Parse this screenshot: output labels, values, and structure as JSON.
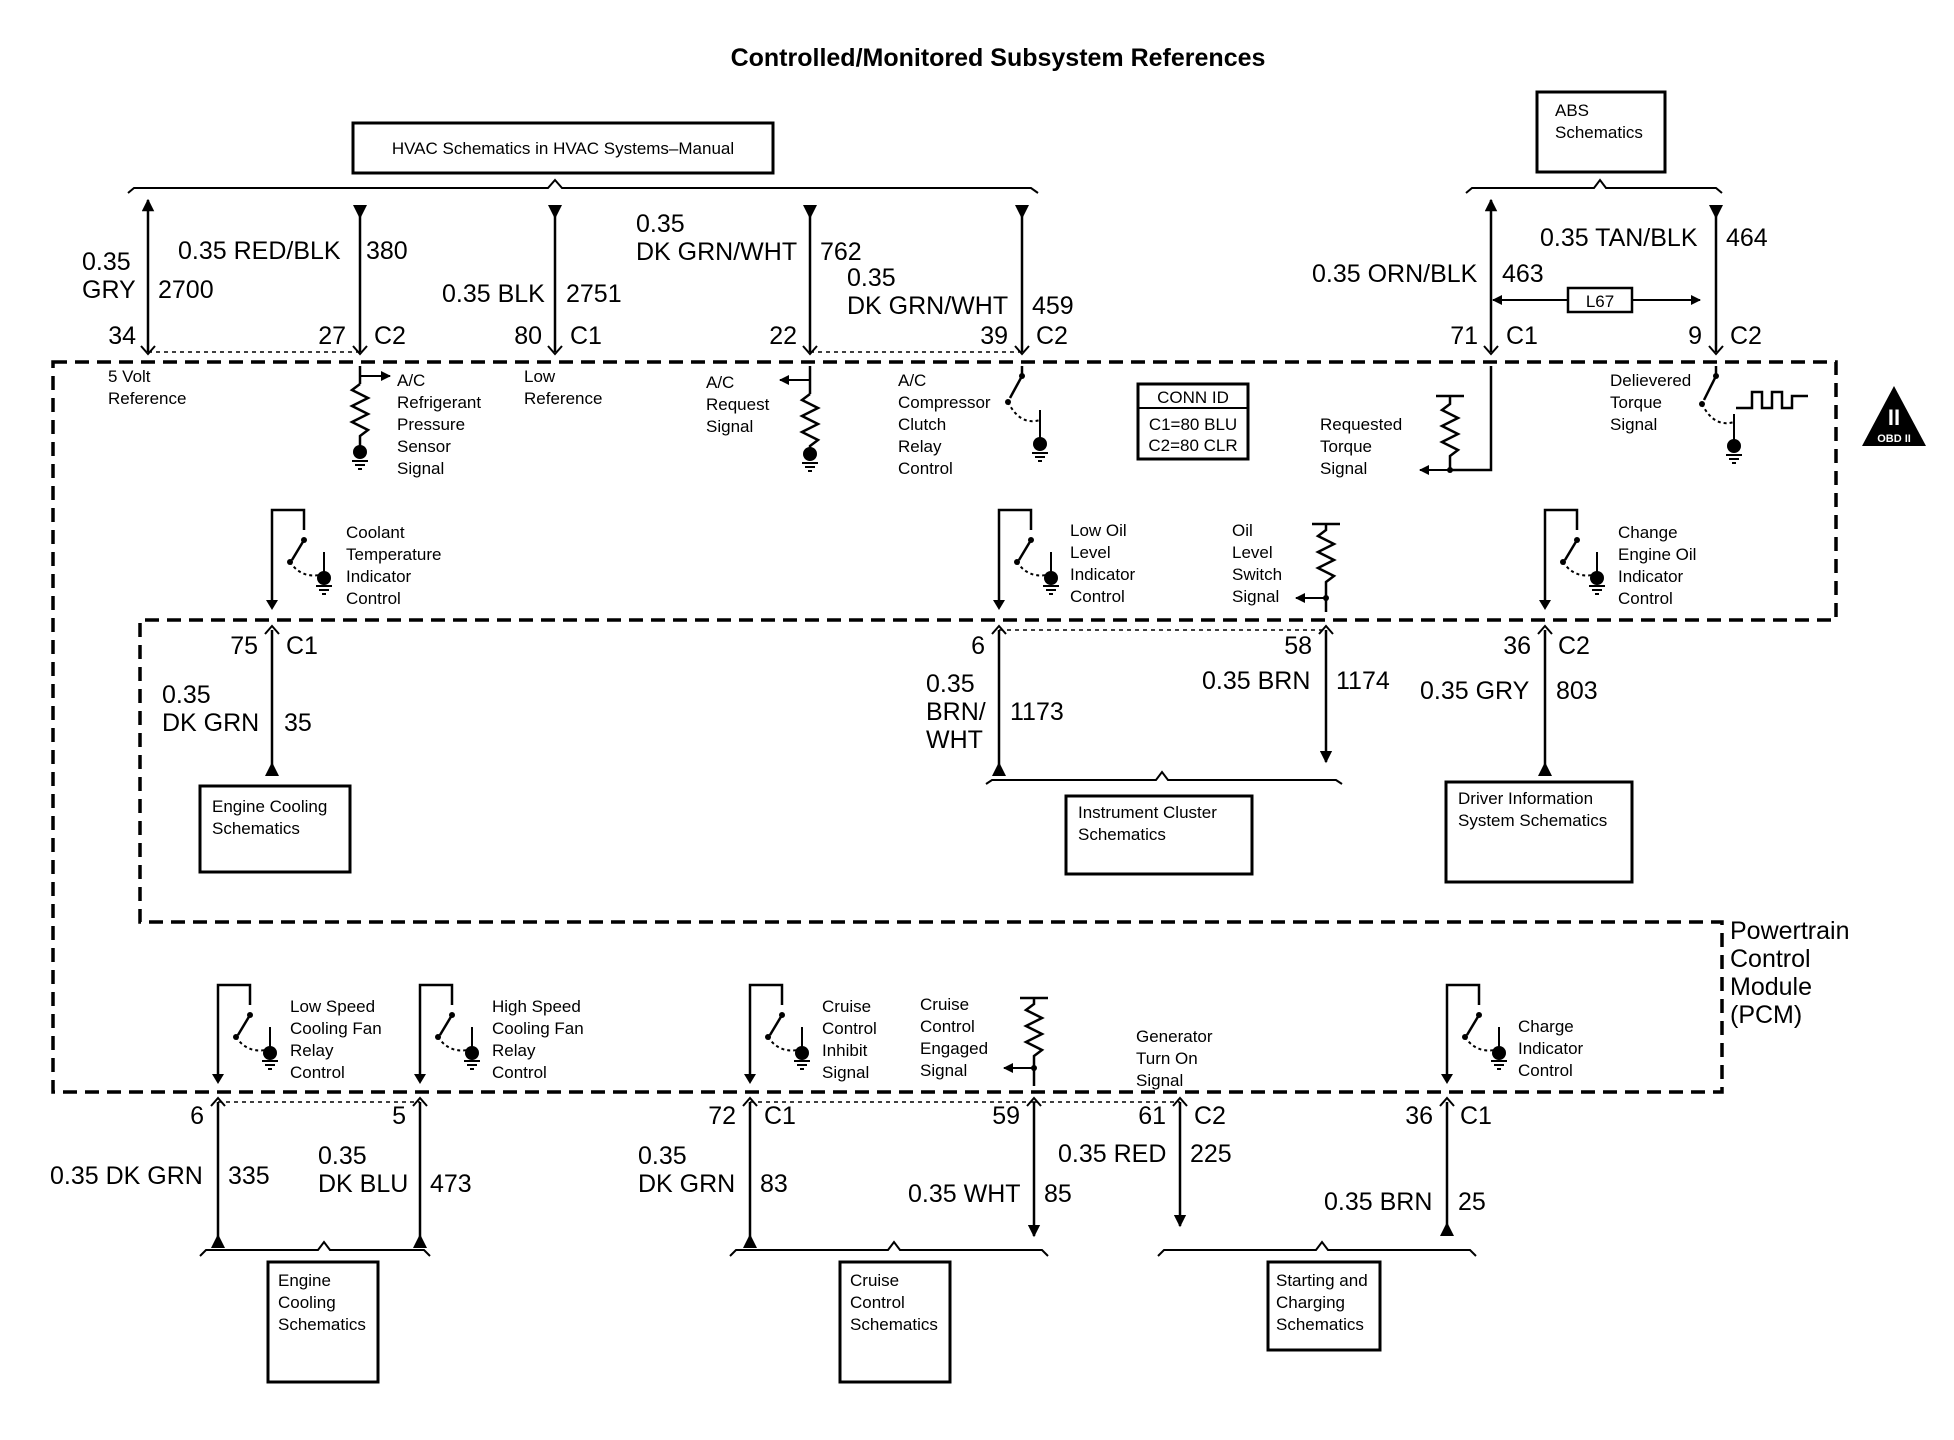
{
  "title": "Controlled/Monitored Subsystem References",
  "boxes": {
    "hvac": "HVAC Schematics in HVAC Systems–Manual",
    "abs_1": "ABS",
    "abs_2": "Schematics",
    "engine_cooling_top_1": "Engine Cooling",
    "engine_cooling_top_2": "Schematics",
    "instrument_cluster_1": "Instrument Cluster",
    "instrument_cluster_2": "Schematics",
    "driver_info_1": "Driver Information",
    "driver_info_2": "System Schematics",
    "engine_cooling_bot_1": "Engine",
    "engine_cooling_bot_2": "Cooling",
    "engine_cooling_bot_3": "Schematics",
    "cruise_control_1": "Cruise",
    "cruise_control_2": "Control",
    "cruise_control_3": "Schematics",
    "starting_charging_1": "Starting and",
    "starting_charging_2": "Charging",
    "starting_charging_3": "Schematics",
    "l67": "L67"
  },
  "conn_id": {
    "title": "CONN ID",
    "c1": "C1=80 BLU",
    "c2": "C2=80 CLR"
  },
  "pcm_label": [
    "Powertrain",
    "Control",
    "Module",
    "(PCM)"
  ],
  "obd": {
    "roman": "II",
    "text": "OBD II"
  },
  "wires": {
    "w2700": {
      "gauge": "0.35",
      "color": "GRY",
      "circuit": "2700",
      "pin": "34"
    },
    "w380": {
      "label": "0.35 RED/BLK",
      "circuit": "380",
      "pin": "27",
      "conn": "C2"
    },
    "w2751": {
      "label": "0.35 BLK",
      "circuit": "2751",
      "pin": "80",
      "conn": "C1"
    },
    "w762": {
      "gauge": "0.35",
      "color": "DK GRN/WHT",
      "circuit": "762",
      "pin": "22"
    },
    "w459": {
      "gauge": "0.35",
      "color": "DK GRN/WHT",
      "circuit": "459",
      "pin": "39",
      "conn": "C2"
    },
    "w463": {
      "label": "0.35 ORN/BLK",
      "circuit": "463",
      "pin": "71",
      "conn": "C1"
    },
    "w464": {
      "label": "0.35 TAN/BLK",
      "circuit": "464",
      "pin": "9",
      "conn": "C2"
    },
    "w35": {
      "gauge": "0.35",
      "color": "DK GRN",
      "circuit": "35",
      "pin": "75",
      "conn": "C1"
    },
    "w1173": {
      "gauge": "0.35",
      "color1": "BRN/",
      "color2": "WHT",
      "circuit": "1173",
      "pin": "6"
    },
    "w1174": {
      "label": "0.35 BRN",
      "circuit": "1174",
      "pin": "58"
    },
    "w803": {
      "label": "0.35 GRY",
      "circuit": "803",
      "pin": "36",
      "conn": "C2"
    },
    "w335": {
      "label": "0.35 DK GRN",
      "circuit": "335",
      "pin": "6"
    },
    "w473": {
      "gauge": "0.35",
      "color": "DK BLU",
      "circuit": "473",
      "pin": "5"
    },
    "w83": {
      "gauge": "0.35",
      "color": "DK GRN",
      "circuit": "83",
      "pin": "72",
      "conn": "C1"
    },
    "w85": {
      "label": "0.35 WHT",
      "circuit": "85",
      "pin": "59"
    },
    "w225": {
      "label": "0.35 RED",
      "circuit": "225",
      "pin": "61",
      "conn": "C2"
    },
    "w25": {
      "label": "0.35 BRN",
      "circuit": "25",
      "pin": "36",
      "conn": "C1"
    }
  },
  "signals": {
    "five_volt": [
      "5 Volt",
      "Reference"
    ],
    "ac_refrig": [
      "A/C",
      "Refrigerant",
      "Pressure",
      "Sensor",
      "Signal"
    ],
    "low_ref": [
      "Low",
      "Reference"
    ],
    "ac_request": [
      "A/C",
      "Request",
      "Signal"
    ],
    "ac_compressor": [
      "A/C",
      "Compressor",
      "Clutch",
      "Relay",
      "Control"
    ],
    "requested_torque": [
      "Requested",
      "Torque",
      "Signal"
    ],
    "delivered_torque": [
      "Delievered",
      "Torque",
      "Signal"
    ],
    "coolant_temp": [
      "Coolant",
      "Temperature",
      "Indicator",
      "Control"
    ],
    "low_oil": [
      "Low Oil",
      "Level",
      "Indicator",
      "Control"
    ],
    "oil_level": [
      "Oil",
      "Level",
      "Switch",
      "Signal"
    ],
    "change_oil": [
      "Change",
      "Engine Oil",
      "Indicator",
      "Control"
    ],
    "low_speed_fan": [
      "Low Speed",
      "Cooling Fan",
      "Relay",
      "Control"
    ],
    "high_speed_fan": [
      "High Speed",
      "Cooling Fan",
      "Relay",
      "Control"
    ],
    "cruise_inhibit": [
      "Cruise",
      "Control",
      "Inhibit",
      "Signal"
    ],
    "cruise_engaged": [
      "Cruise",
      "Control",
      "Engaged",
      "Signal"
    ],
    "generator": [
      "Generator",
      "Turn On",
      "Signal"
    ],
    "charge_ind": [
      "Charge",
      "Indicator",
      "Control"
    ]
  }
}
